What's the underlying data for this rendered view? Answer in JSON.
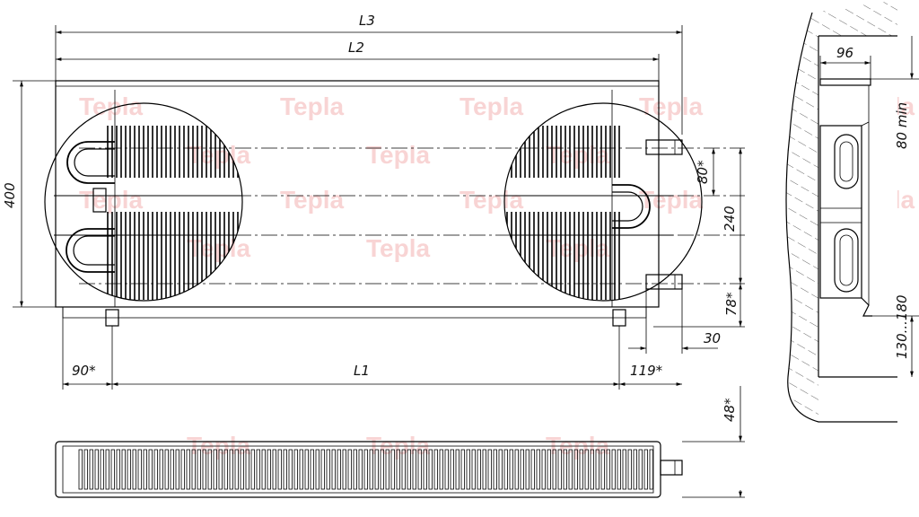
{
  "dimensions": {
    "l3": "L3",
    "l2": "L2",
    "l1": "L1",
    "height_400": "400",
    "gap_80": "80*",
    "span_240": "240",
    "bottom_78": "78*",
    "offset_30": "30",
    "left_90": "90*",
    "right_119": "119*",
    "thick_48": "48*",
    "width_96": "96",
    "top_80min": "80 min",
    "floor_range": "130...180"
  },
  "watermark": "Tepla",
  "colors": {
    "line": "#000000",
    "watermark": "#ec8585",
    "background": "#ffffff"
  }
}
